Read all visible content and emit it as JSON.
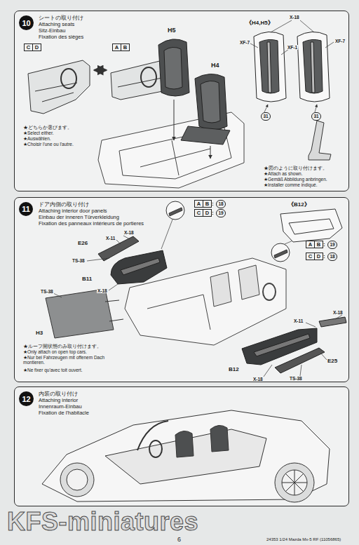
{
  "diagram": {
    "nodes": [
      {
        "text": [
          "シートの取り付け",
          "Attaching seats",
          "Sitz-Einbau",
          "Fixation des sièges"
        ]
      },
      {
        "text": [
          "10"
        ],
        "in": 0
      },
      {
        "text": [
          "ドア内側の取り付け",
          "Attaching interior door panels",
          "Einbau der inneren Türverkleidung",
          "Fixation des panneaux intérieurs de portieres"
        ]
      },
      {
        "text": [
          "11"
        ],
        "in": 2
      },
      {
        "text": [
          "内装の取り付け",
          "Attaching interior",
          "Innenraum-Einbau",
          "Fixation de l'habitacle"
        ]
      },
      {
        "text": [
          "12"
        ],
        "in": 4
      }
    ],
    "labels": [
      "C",
      "D",
      "A",
      "B",
      "H5",
      "H4",
      "★どちらか選びます。",
      "★Select either.",
      "★Auswählen.",
      "★Choisir l'une ou l'autre.",
      "《H4,H5》",
      "X-18",
      "XF-7",
      "XF-1",
      "XF-7",
      "31",
      "31",
      "★図のように取り付けます。",
      "★Attach as shown.",
      "★Gemäß Abbildung anbringen.",
      "★Installer comme indiqué.",
      "A",
      "B",
      ":",
      "18",
      "C",
      "D",
      ":",
      "19",
      "《B12》",
      "A",
      "B",
      ":",
      "19",
      "C",
      "D",
      ":",
      "18",
      "X-18",
      "X-11",
      "E26",
      "TS-38",
      "B11",
      "X-18",
      "TS-38",
      "H3",
      "★ルーフ開状態のみ取り付けます。",
      "★Only attach on open top cars.",
      "★Nur bei Fahrzeugen mit offenem Dach montieren.",
      "★Ne fixer qu'avec toit ouvert.",
      "X-18",
      "X-11",
      "B12",
      "X-18",
      "TS-38",
      "E25",
      "6",
      "24353 1/24 Mazda Mx-5 RF (11056865)",
      "KFS-miniatures"
    ]
  }
}
